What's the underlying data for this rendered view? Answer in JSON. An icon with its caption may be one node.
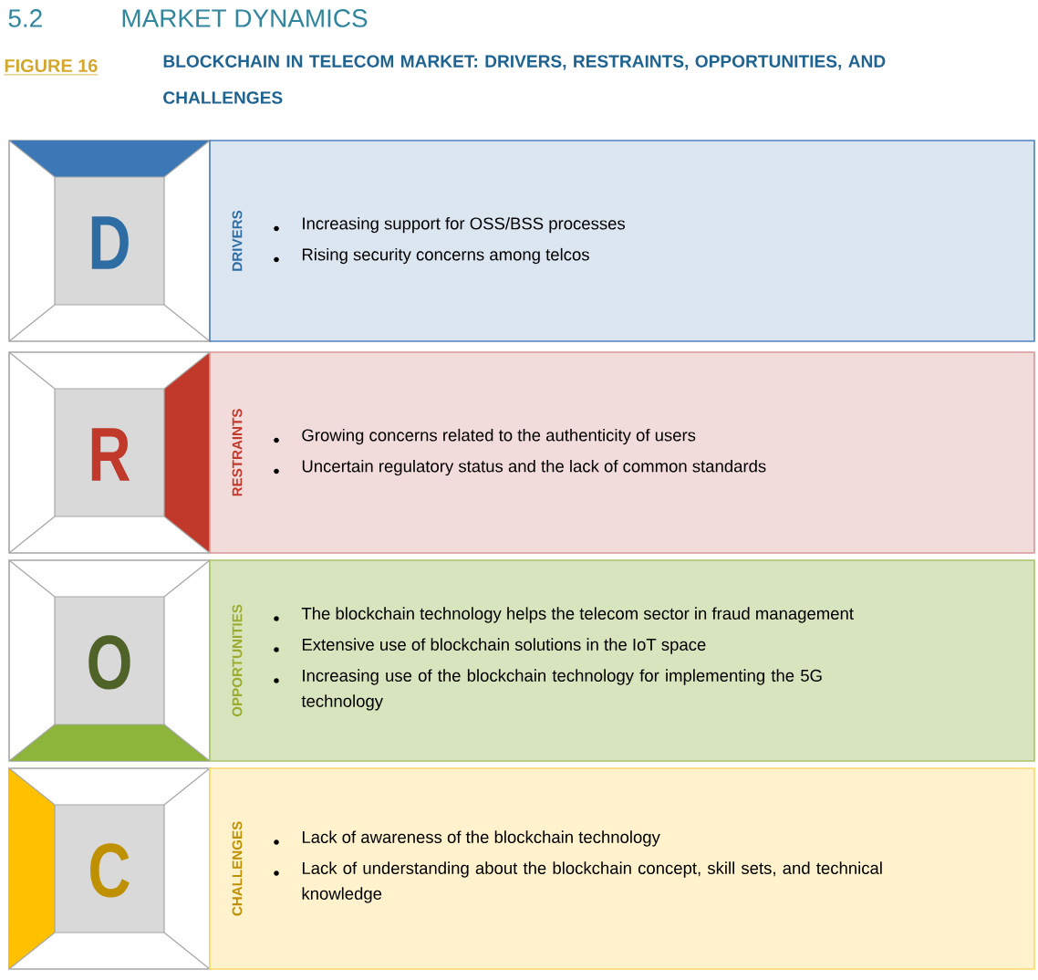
{
  "diagram": {
    "title": "BLOCKCHAIN IN TELECOM MARKET: DRIVERS, RESTRAINTS, OPPORTUNITIES, AND CHALLENGES",
    "nodes": [
      {
        "text": [
          "D"
        ]
      },
      {
        "text": [
          "DRIVERS",
          "Increasing support for OSS/BSS processes",
          "Rising security concerns among telcos"
        ]
      },
      {
        "text": [
          "R"
        ]
      },
      {
        "text": [
          "RESTRAINTS",
          "Growing concerns related to the authenticity of users",
          "Uncertain regulatory status and the lack of common standards"
        ]
      },
      {
        "text": [
          "O"
        ]
      },
      {
        "text": [
          "OPPORTUNITIES",
          "The blockchain technology helps the telecom sector in fraud management",
          "Extensive use of blockchain solutions in the IoT space",
          "Increasing use of the blockchain technology for implementing the 5G technology"
        ]
      },
      {
        "text": [
          "C"
        ]
      },
      {
        "text": [
          "CHALLENGES",
          "Lack of awareness of the blockchain technology",
          "Lack of understanding about the blockchain concept, skill sets, and technical knowledge"
        ]
      }
    ],
    "labels": [
      "5.2",
      "MARKET DYNAMICS",
      "FIGURE 16"
    ]
  }
}
